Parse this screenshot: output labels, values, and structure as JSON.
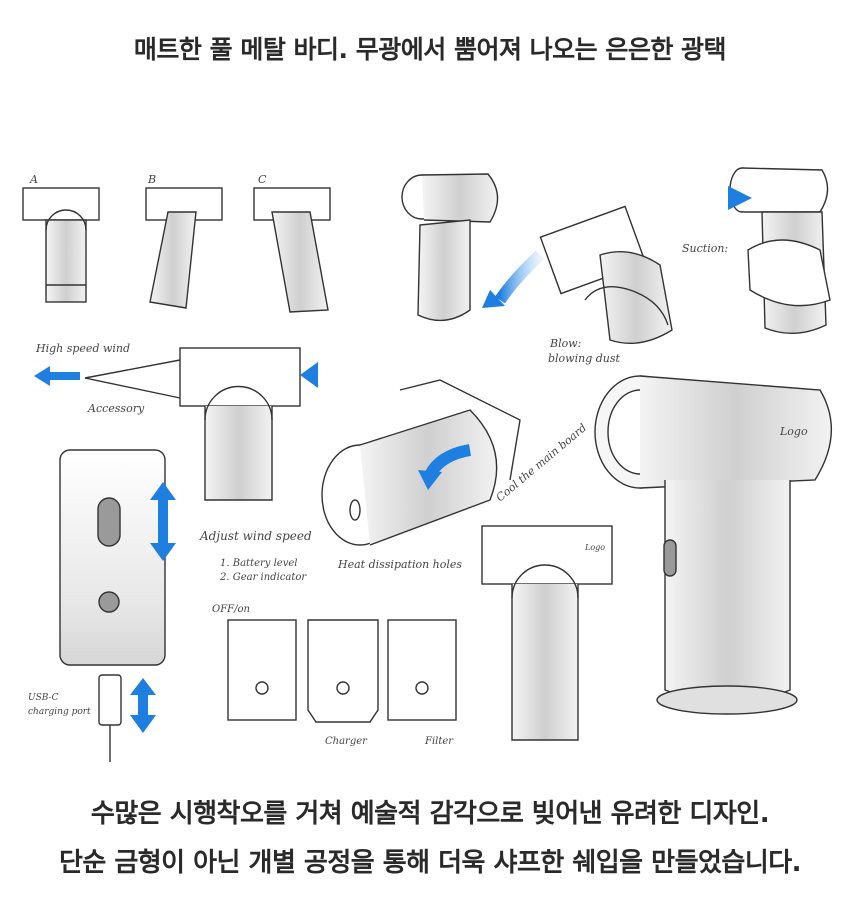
{
  "top_caption": "매트한 풀 메탈 바디. 무광에서 뿜어져 나오는 은은한 광택",
  "bottom_caption": {
    "line1": "수많은 시행착오를 거쳐 예술적 감각으로 빚어낸 유려한 디자인.",
    "line2": "단순 금형이 아닌 개별 공정을 통해 더욱 샤프한 쉐입을 만들었습니다."
  },
  "sketch": {
    "variant_labels": [
      "A",
      "B",
      "C"
    ],
    "annotations": {
      "suction": "Suction:",
      "blow": "Blow:",
      "blow_sub": "blowing dust",
      "high_speed_wind": "High speed wind",
      "accessory": "Accessory",
      "cool_mainboard": "Cool the main board",
      "heat_holes": "Heat dissipation holes",
      "logo_large": "Logo",
      "logo_small": "Logo",
      "adjust_wind": "Adjust wind speed",
      "battery_level": "1. Battery level",
      "gear_indicator": "2. Gear indicator",
      "off_on": "OFF/on",
      "usb_port_1": "USB-C",
      "usb_port_2": "charging port",
      "charger": "Charger",
      "filter": "Filter"
    },
    "accent_color": "#1f7fe0"
  }
}
